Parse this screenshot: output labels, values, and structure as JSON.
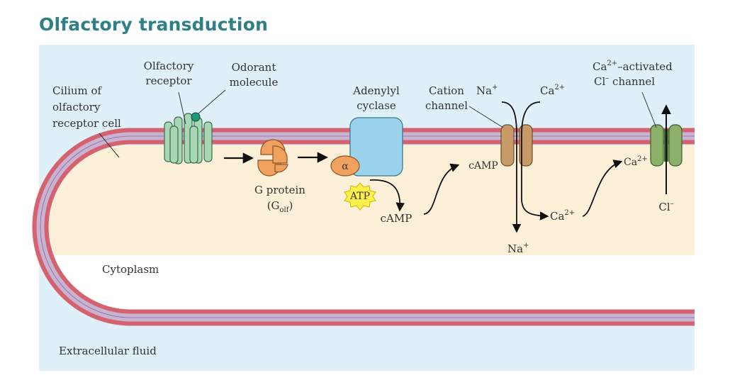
{
  "title": "Olfactory transduction",
  "labels": {
    "cilium": [
      "Cilium of",
      "olfactory",
      "receptor cell"
    ],
    "olfactory_receptor": [
      "Olfactory",
      "receptor"
    ],
    "odorant_molecule": [
      "Odorant",
      "molecule"
    ],
    "g_protein": "G protein",
    "g_olf_prefix": "(G",
    "g_olf_sub": "olf",
    "g_olf_suffix": ")",
    "alpha": "α",
    "adenylyl_cyclase": [
      "Adenylyl",
      "cyclase"
    ],
    "atp": "ATP",
    "camp": "cAMP",
    "cation_channel": [
      "Cation",
      "channel"
    ],
    "na": "Na",
    "ca": "Ca",
    "cl": "Cl",
    "plus": "+",
    "two_plus": "2+",
    "minus": "–",
    "ca_channel_line1_suffix": "–activated",
    "ca_channel_line2_suffix": " channel",
    "cytoplasm": "Cytoplasm",
    "extracellular_fluid": "Extracellular fluid"
  },
  "colors": {
    "title": "#2f7f86",
    "extracellular": "#e0f0f8",
    "cytoplasm": "#fdf0d8",
    "membrane_outer": "#d4626f",
    "membrane_inner": "#c8b3d3",
    "receptor": "#a7d8b3",
    "odorant": "#1f9a77",
    "g_protein": "#f0a15d",
    "adenylyl_cyclase": "#9bd3ec",
    "atp": "#fff14a",
    "cation_channel": "#c79a67",
    "cl_channel": "#8bb06a"
  }
}
